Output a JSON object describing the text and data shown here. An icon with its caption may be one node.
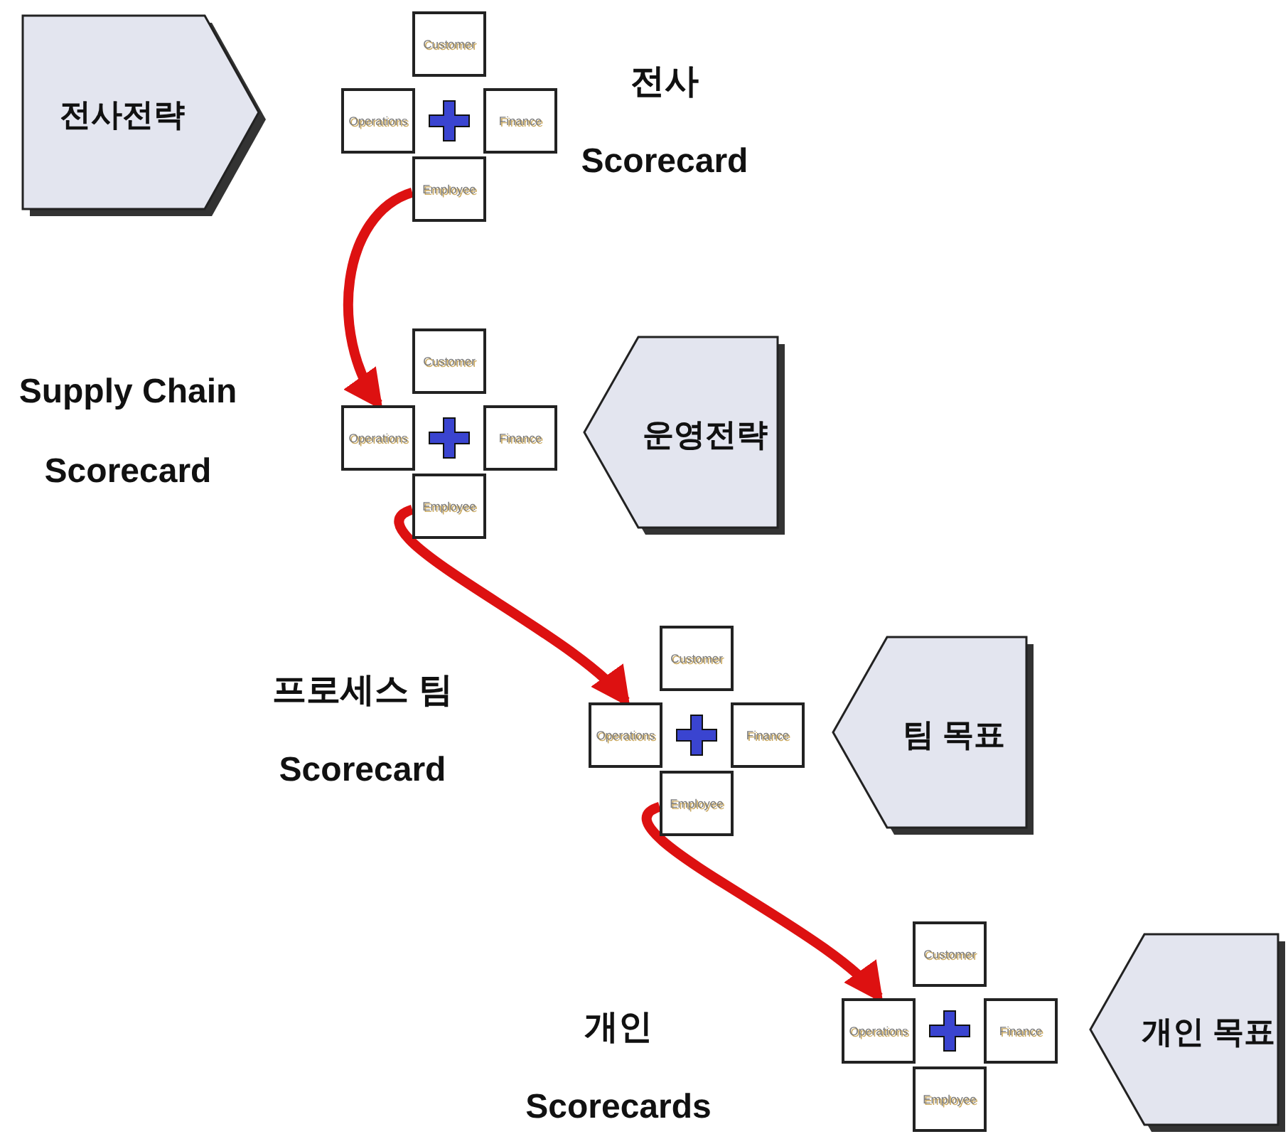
{
  "diagram": {
    "nodes": [
      {
        "text": [
          "전사전략"
        ]
      },
      {
        "text": [
          "Customer"
        ]
      },
      {
        "text": [
          "Operations"
        ]
      },
      {
        "text": [
          "Finance"
        ]
      },
      {
        "text": [
          "Employee"
        ]
      },
      {
        "text": [
          "Customer"
        ]
      },
      {
        "text": [
          "Operations"
        ]
      },
      {
        "text": [
          "Finance"
        ]
      },
      {
        "text": [
          "Employee"
        ]
      },
      {
        "text": [
          "운영전략"
        ]
      },
      {
        "text": [
          "Customer"
        ]
      },
      {
        "text": [
          "Operations"
        ]
      },
      {
        "text": [
          "Finance"
        ]
      },
      {
        "text": [
          "Employee"
        ]
      },
      {
        "text": [
          "팀 목표"
        ]
      },
      {
        "text": [
          "Customer"
        ]
      },
      {
        "text": [
          "Operations"
        ]
      },
      {
        "text": [
          "Finance"
        ]
      },
      {
        "text": [
          "Employee"
        ]
      },
      {
        "text": [
          "개인 목표"
        ]
      }
    ],
    "edges": [
      {
        "from": 4,
        "to": 6,
        "arrow": "to"
      },
      {
        "from": 8,
        "to": 11,
        "arrow": "to"
      },
      {
        "from": 13,
        "to": 16,
        "arrow": "to"
      }
    ],
    "labels": [
      "전사 Scorecard",
      "Supply Chain Scorecard",
      "프로세스 팀 Scorecard",
      "개인 Scorecards"
    ]
  }
}
